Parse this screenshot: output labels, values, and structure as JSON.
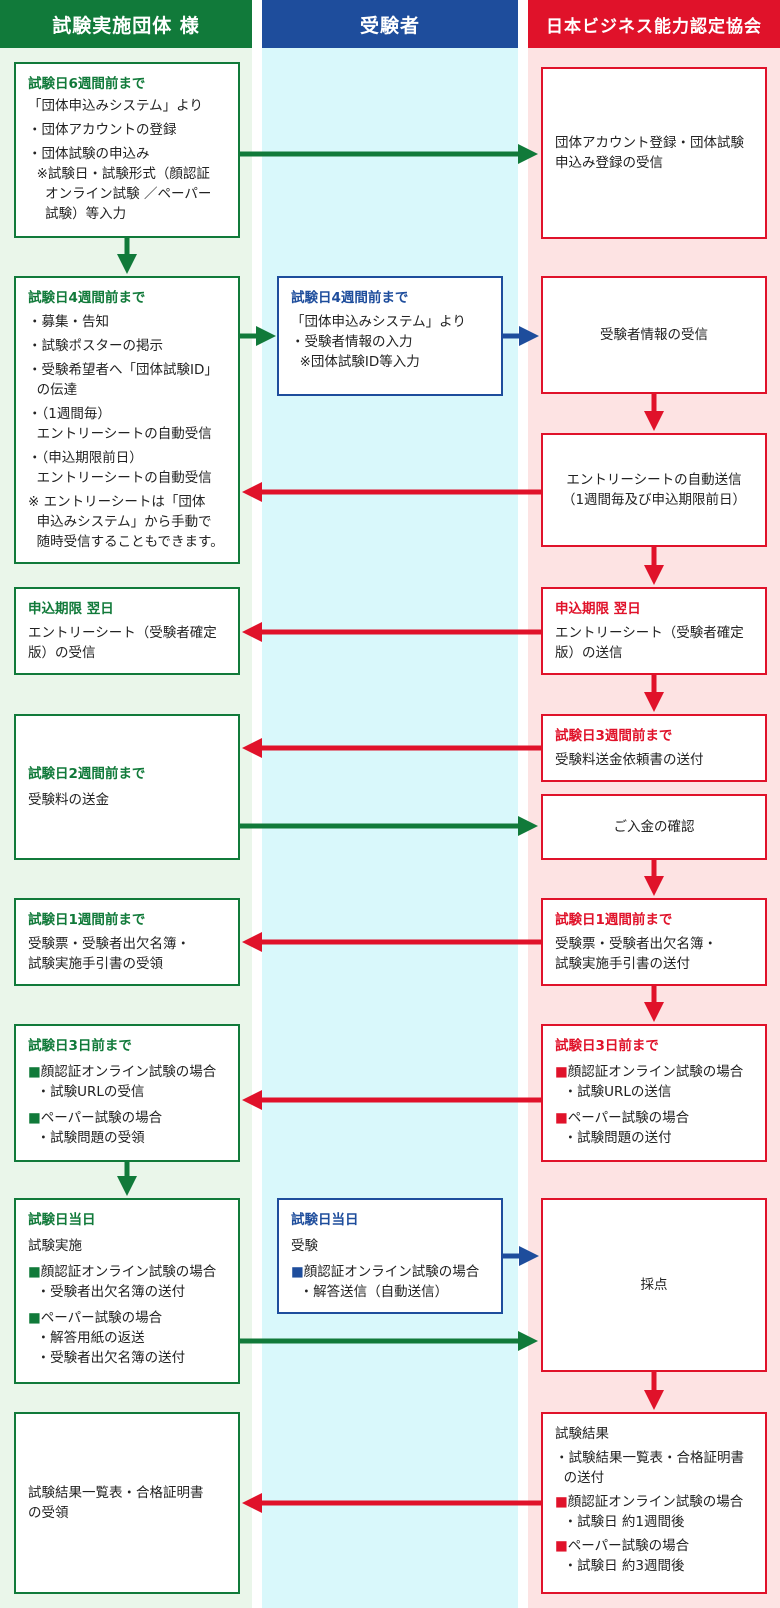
{
  "lanes": {
    "org": "試験実施団体 様",
    "examinee": "受験者",
    "assoc": "日本ビジネス能力認定協会"
  },
  "colors": {
    "green": "#117a3a",
    "blue": "#1e4d9c",
    "red": "#e0122a"
  },
  "boxes": {
    "g1": [
      "試験日6週間前まで",
      "「団体申込みシステム」より",
      "・団体アカウントの登録",
      "・団体試験の申込み",
      "  ※試験日・試験形式（顔認証",
      "    オンライン試験 ／ペーパー",
      "    試験）等入力"
    ],
    "g2": [
      "試験日4週間前まで",
      "・募集・告知",
      "・試験ポスターの掲示",
      "・受験希望者へ「団体試験ID」",
      "  の伝達",
      "・（1週間毎）",
      "  エントリーシートの自動受信",
      "・（申込期限前日）",
      "  エントリーシートの自動受信",
      "※ エントリーシートは「団体",
      "  申込みシステム」から手動で",
      "  随時受信することもできます。"
    ],
    "g3": [
      "申込期限 翌日",
      "エントリーシート（受験者確定",
      "版）の受信"
    ],
    "g4": [
      "試験日2週間前まで",
      "受験料の送金"
    ],
    "g5": [
      "試験日1週間前まで",
      "受験票・受験者出欠名簿・",
      "試験実施手引書の受領"
    ],
    "g6": [
      "試験日3日前まで",
      "顔認証オンライン試験の場合",
      "  ・試験URLの受信",
      "ペーパー試験の場合",
      "  ・試験問題の受領"
    ],
    "g7": [
      "試験日当日",
      "試験実施",
      "顔認証オンライン試験の場合",
      "  ・受験者出欠名簿の送付",
      "ペーパー試験の場合",
      "  ・解答用紙の返送",
      "  ・受験者出欠名簿の送付"
    ],
    "g8": [
      "試験結果一覧表・合格証明書",
      "の受領"
    ],
    "b1": [
      "試験日4週間前まで",
      "「団体申込みシステム」より",
      "・受験者情報の入力",
      "  ※団体試験ID等入力"
    ],
    "b2": [
      "試験日当日",
      "受験",
      "顔認証オンライン試験の場合",
      "  ・解答送信（自動送信）"
    ],
    "r1": [
      "団体アカウント登録・団体試験",
      "申込み登録の受信"
    ],
    "r2": [
      "受験者情報の受信"
    ],
    "r3": [
      "エントリーシートの自動送信",
      "（1週間毎及び申込期限前日）"
    ],
    "r4": [
      "申込期限 翌日",
      "エントリーシート（受験者確定",
      "版）の送信"
    ],
    "r5": [
      "試験日3週間前まで",
      "受験料送金依頼書の送付"
    ],
    "r6": [
      "ご入金の確認"
    ],
    "r7": [
      "試験日1週間前まで",
      "受験票・受験者出欠名簿・",
      "試験実施手引書の送付"
    ],
    "r8": [
      "試験日3日前まで",
      "顔認証オンライン試験の場合",
      "  ・試験URLの送信",
      "ペーパー試験の場合",
      "  ・試験問題の送付"
    ],
    "r9": [
      "採点"
    ],
    "r10": [
      "試験結果",
      "・試験結果一覧表・合格証明書",
      "  の送付",
      "顔認証オンライン試験の場合",
      "  ・試験日 約1週間後",
      "ペーパー試験の場合",
      "  ・試験日 約3週間後"
    ]
  }
}
